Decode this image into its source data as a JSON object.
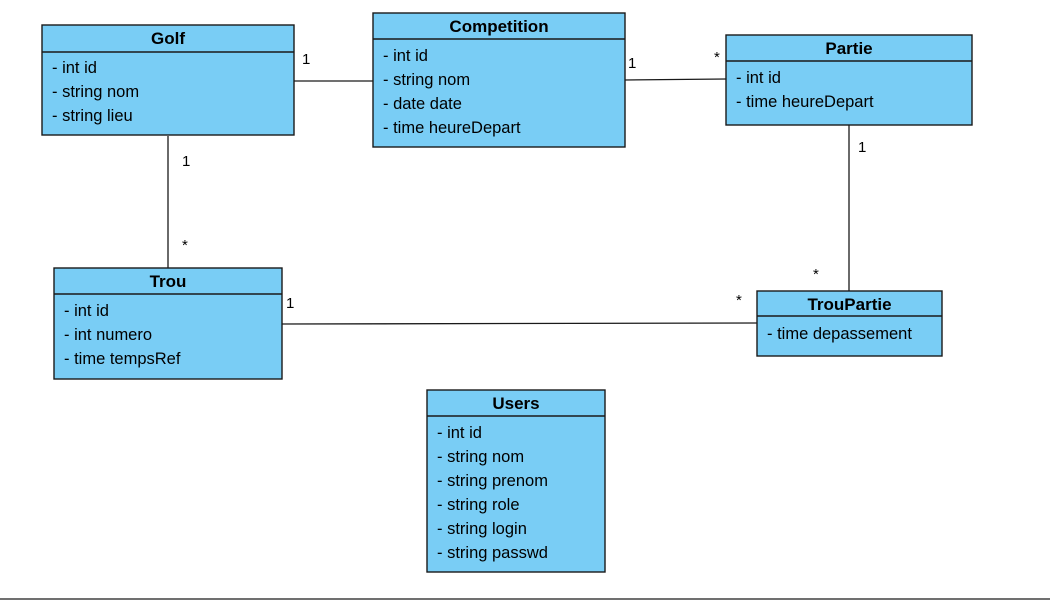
{
  "classes": [
    {
      "id": "golf",
      "name": "Golf",
      "attributes": [
        "- int id",
        "- string nom",
        "- string lieu"
      ]
    },
    {
      "id": "competition",
      "name": "Competition",
      "attributes": [
        "- int id",
        "- string nom",
        "- date date",
        "- time heureDepart"
      ]
    },
    {
      "id": "partie",
      "name": "Partie",
      "attributes": [
        "- int id",
        "- time heureDepart"
      ]
    },
    {
      "id": "trou",
      "name": "Trou",
      "attributes": [
        "- int id",
        "- int numero",
        "- time tempsRef"
      ]
    },
    {
      "id": "troupartie",
      "name": "TrouPartie",
      "attributes": [
        "- time depassement"
      ]
    },
    {
      "id": "users",
      "name": "Users",
      "attributes": [
        "- int id",
        "- string nom",
        "- string prenom",
        "- string role",
        "- string login",
        "- string passwd"
      ]
    }
  ],
  "associations": [
    {
      "from": "golf",
      "to": "competition",
      "from_mult": "1",
      "to_mult": ""
    },
    {
      "from": "competition",
      "to": "partie",
      "from_mult": "1",
      "to_mult": "*"
    },
    {
      "from": "golf",
      "to": "trou",
      "from_mult": "1",
      "to_mult": "*"
    },
    {
      "from": "partie",
      "to": "troupartie",
      "from_mult": "1",
      "to_mult": "*"
    },
    {
      "from": "trou",
      "to": "troupartie",
      "from_mult": "1",
      "to_mult": "*"
    }
  ],
  "colors": {
    "class_fill": "#79cdf5",
    "stroke": "#1a1a1a"
  }
}
